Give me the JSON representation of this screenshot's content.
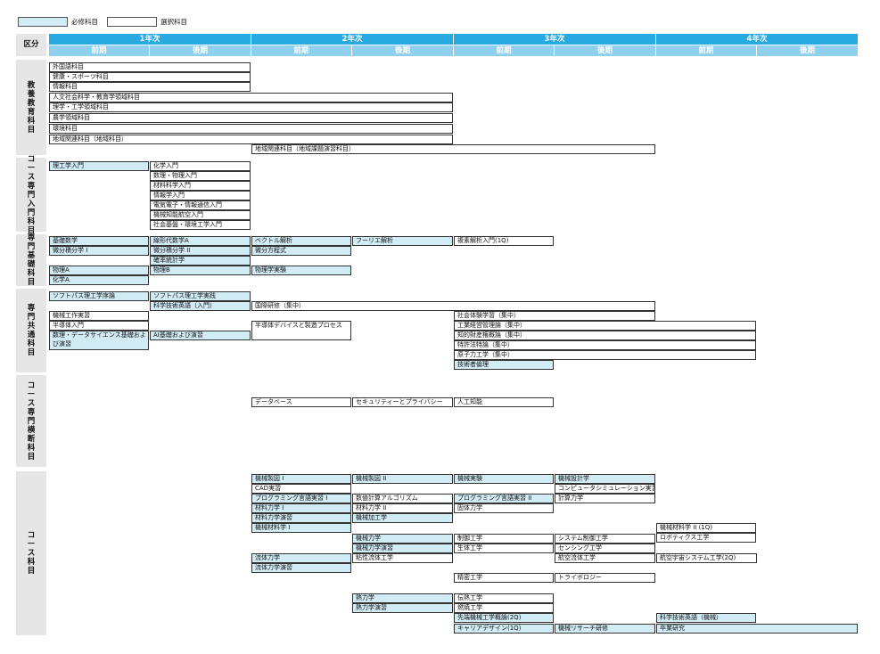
{
  "legend": {
    "required": "必修科目",
    "elective": "選択科目"
  },
  "header": {
    "kubun": "区分",
    "years": [
      "1年次",
      "2年次",
      "3年次",
      "4年次"
    ],
    "terms": [
      "前期",
      "後期",
      "前期",
      "後期",
      "前期",
      "後期",
      "前期",
      "後期"
    ]
  },
  "sections": [
    "教養教育科目",
    "コース専門入門科目",
    "専門基礎科目",
    "専門共通科目",
    "コース専門横断科目",
    "コース科目"
  ],
  "colors": {
    "year_header": "#29a9e1",
    "term_header": "#8fd0ef",
    "required_fill": "#d2ecf6",
    "section_fill": "#e6e6e6"
  },
  "courses": [
    "外国語科目",
    "健康・スポーツ科目",
    "情報科目",
    "人文社会科学・教育学領域科目",
    "理学・工学領域科目",
    "農学領域科目",
    "環境科目",
    "地域関連科目（地域科目）",
    "地域関連科目（地域課題演習科目）",
    "理工学入門",
    "化学入門",
    "数理・物理入門",
    "材料科学入門",
    "情報学入門",
    "電気電子・情報通信入門",
    "機械知能航空入門",
    "社会基盤・環境工学入門",
    "基礎数学",
    "線形代数学A",
    "ベクトル解析",
    "フーリエ解析",
    "複素解析入門(1Q)",
    "微分積分学 I",
    "微分積分学 II",
    "微分方程式",
    "確率統計学",
    "物理A",
    "物理B",
    "物理学実験",
    "化学A",
    "ソフトパス理工学序論",
    "ソフトパス理工学実践",
    "科学技術英語（入門）",
    "国際研修（集中）",
    "機械工作実習",
    "社会体験学習（集中）",
    "半導体入門",
    "半導体デバイスと製造プロセス",
    "工業経営管理論（集中）",
    "数理・データサイエンス基礎および演習",
    "AI基礎および演習",
    "知的財産権概論（集中）",
    "特許法特論（集中）",
    "原子力工学（集中）",
    "技術者倫理",
    "データベース",
    "セキュリティーとプライバシー",
    "人工知能",
    "機械製図 I",
    "機械製図 II",
    "機械実験",
    "機械設計学",
    "CAD実習",
    "コンピュータシミュレーション実習",
    "プログラミング言語実習 I",
    "数値計算アルゴリズム",
    "プログラミング言語実習 II",
    "計算力学",
    "材料力学 I",
    "材料力学 II",
    "固体力学",
    "材料力学演習",
    "機械加工学",
    "機械材料学 I",
    "機械材料学 II (1Q)",
    "ロボティクス工学",
    "機械力学",
    "制御工学",
    "システム制御工学",
    "機械力学演習",
    "生体工学",
    "センシング工学",
    "流体力学",
    "粘性流体工学",
    "航空流体工学",
    "航空宇宙システム工学(2Q)",
    "流体力学演習",
    "精密工学",
    "トライボロジー",
    "熱力学",
    "伝熱工学",
    "熱力学演習",
    "燃焼工学",
    "先端機械工学概論(2Q)",
    "科学技術英語（機械）",
    "キャリアデザイン(1Q)",
    "機械リサーチ研修",
    "卒業研究"
  ]
}
